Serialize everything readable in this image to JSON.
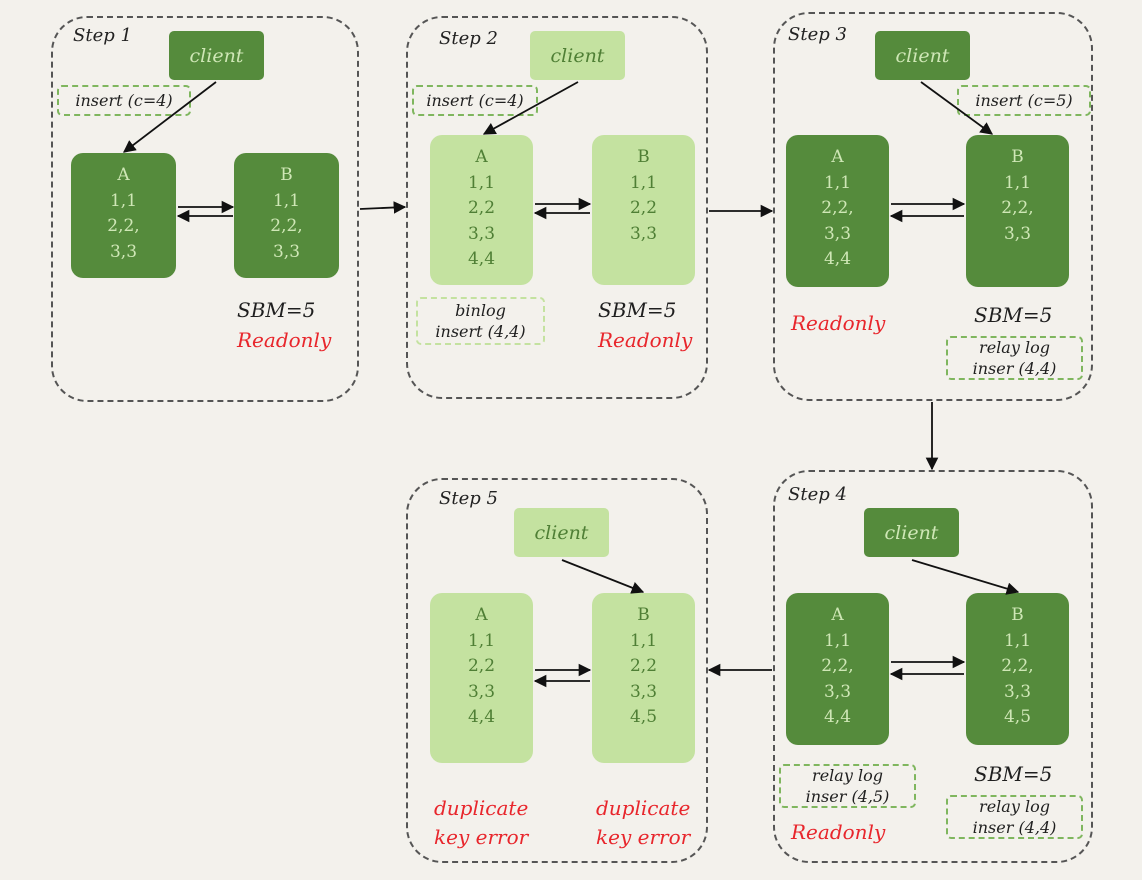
{
  "steps": {
    "step1": {
      "label": "Step 1",
      "client": "client",
      "note": "insert (c=4)",
      "node_a": {
        "name": "A",
        "rows": [
          "1,1",
          "2,2,",
          "3,3"
        ]
      },
      "node_b": {
        "name": "B",
        "rows": [
          "1,1",
          "2,2,",
          "3,3"
        ]
      },
      "sbm": "SBM=5",
      "readonly": "Readonly"
    },
    "step2": {
      "label": "Step 2",
      "client": "client",
      "note": "insert (c=4)",
      "node_a": {
        "name": "A",
        "rows": [
          "1,1",
          "2,2",
          "3,3",
          "4,4"
        ]
      },
      "node_b": {
        "name": "B",
        "rows": [
          "1,1",
          "2,2",
          "3,3"
        ]
      },
      "binlog_line1": "binlog",
      "binlog_line2": "insert (4,4)",
      "sbm": "SBM=5",
      "readonly": "Readonly"
    },
    "step3": {
      "label": "Step 3",
      "client": "client",
      "note": "insert (c=5)",
      "node_a": {
        "name": "A",
        "rows": [
          "1,1",
          "2,2,",
          "3,3",
          "4,4"
        ]
      },
      "node_b": {
        "name": "B",
        "rows": [
          "1,1",
          "2,2,",
          "3,3"
        ]
      },
      "readonly": "Readonly",
      "sbm": "SBM=5",
      "relay_line1": "relay log",
      "relay_line2": "inser (4,4)"
    },
    "step4": {
      "label": "Step 4",
      "client": "client",
      "node_a": {
        "name": "A",
        "rows": [
          "1,1",
          "2,2,",
          "3,3",
          "4,4"
        ]
      },
      "node_b": {
        "name": "B",
        "rows": [
          "1,1",
          "2,2,",
          "3,3",
          "4,5"
        ]
      },
      "relay_a_line1": "relay log",
      "relay_a_line2": "inser (4,5)",
      "sbm": "SBM=5",
      "relay_b_line1": "relay log",
      "relay_b_line2": "inser (4,4)",
      "readonly": "Readonly"
    },
    "step5": {
      "label": "Step 5",
      "client": "client",
      "node_a": {
        "name": "A",
        "rows": [
          "1,1",
          "2,2",
          "3,3",
          "4,4"
        ]
      },
      "node_b": {
        "name": "B",
        "rows": [
          "1,1",
          "2,2",
          "3,3",
          "4,5"
        ]
      },
      "error_a_line1": "duplicate",
      "error_a_line2": "key error",
      "error_b_line1": "duplicate",
      "error_b_line2": "key error"
    }
  },
  "colors": {
    "dark_green": "#558b3c",
    "light_green": "#c4e2a0",
    "note_border": "#7fb65e",
    "red_text": "#e8262c",
    "background": "#f3f1ec"
  }
}
